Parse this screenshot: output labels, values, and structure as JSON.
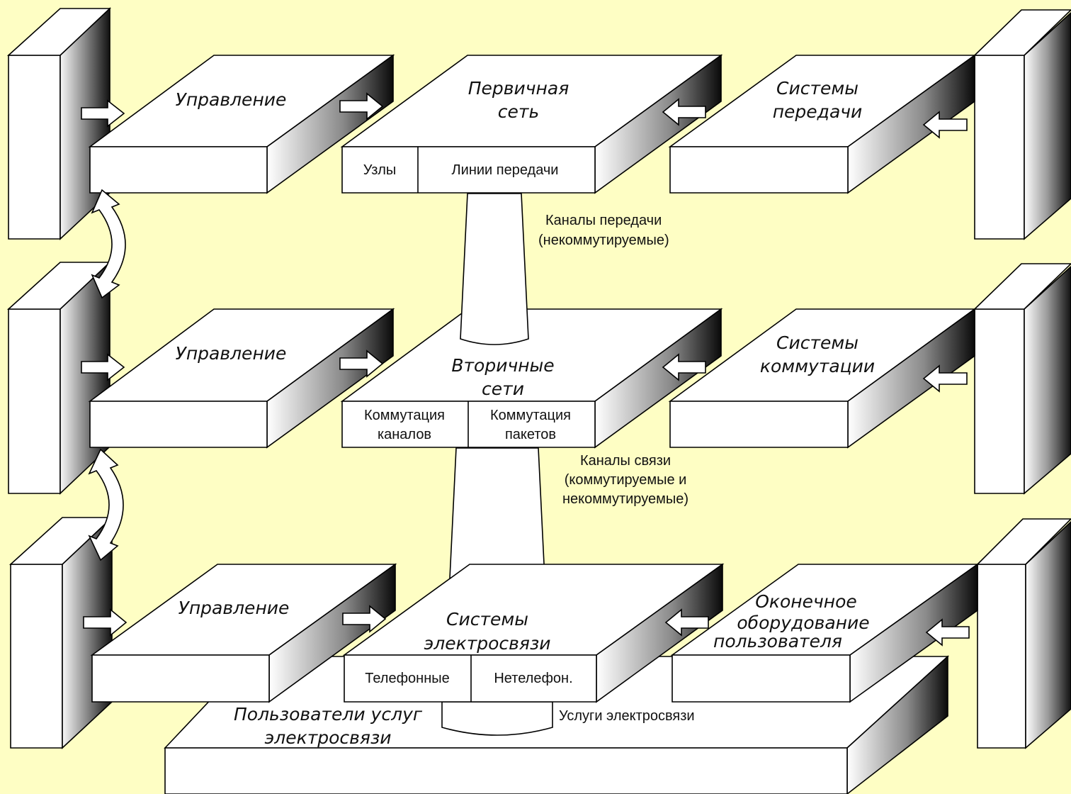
{
  "layers": {
    "primary": {
      "control": "Управление",
      "center_title": [
        "Первичная",
        "сеть"
      ],
      "cells": [
        "Узлы",
        "Линии передачи"
      ],
      "right_title": [
        "Системы",
        "передачи"
      ]
    },
    "secondary": {
      "control": "Управление",
      "center_title": [
        "Вторичные",
        "сети"
      ],
      "cells": [
        [
          "Коммутация",
          "каналов"
        ],
        [
          "Коммутация",
          "пакетов"
        ]
      ],
      "right_title": [
        "Системы",
        "коммутации"
      ]
    },
    "telecom": {
      "control": "Управление",
      "center_title": [
        "Системы",
        "электросвязи"
      ],
      "cells": [
        "Телефонные",
        "Нетелефон."
      ],
      "right_title": [
        "Оконечное",
        "оборудование",
        "пользователя"
      ]
    }
  },
  "connectors": {
    "primary_to_secondary": [
      "Каналы передачи",
      "(некоммутируемые)"
    ],
    "secondary_to_telecom": [
      "Каналы связи",
      "(коммутируемые и",
      "некоммутируемые)"
    ],
    "telecom_to_users": "Услуги электросвязи"
  },
  "users_platform": [
    "Пользователи услуг",
    "электросвязи"
  ],
  "colors": {
    "background": "#fefec4",
    "stroke": "#000000",
    "fill": "#ffffff"
  }
}
